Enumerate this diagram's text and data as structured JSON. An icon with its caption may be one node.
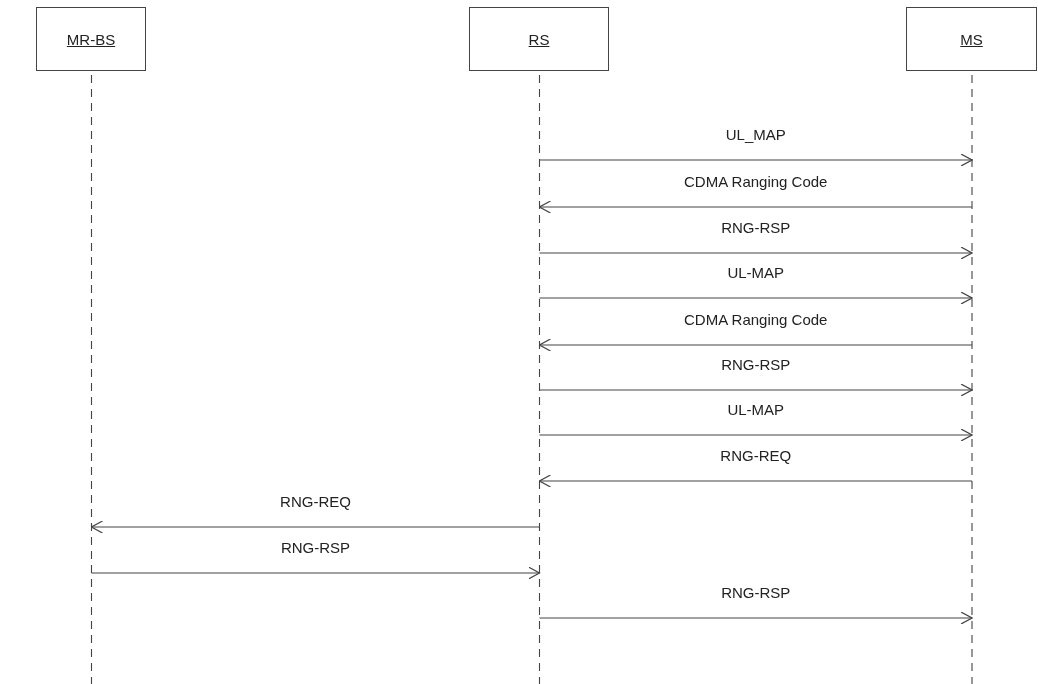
{
  "diagram": {
    "nodes": [
      {
        "text": [
          "MR-BS"
        ]
      },
      {
        "text": [
          "RS"
        ]
      },
      {
        "text": [
          "MS"
        ]
      }
    ],
    "edges": [
      {
        "from": 1,
        "to": 2,
        "arrow": "to",
        "label": "UL_MAP"
      },
      {
        "from": 2,
        "to": 1,
        "arrow": "to",
        "label": "CDMA Ranging Code"
      },
      {
        "from": 1,
        "to": 2,
        "arrow": "to",
        "label": "RNG-RSP"
      },
      {
        "from": 1,
        "to": 2,
        "arrow": "to",
        "label": "UL-MAP"
      },
      {
        "from": 2,
        "to": 1,
        "arrow": "to",
        "label": "CDMA Ranging Code"
      },
      {
        "from": 1,
        "to": 2,
        "arrow": "to",
        "label": "RNG-RSP"
      },
      {
        "from": 1,
        "to": 2,
        "arrow": "to",
        "label": "UL-MAP"
      },
      {
        "from": 2,
        "to": 1,
        "arrow": "to",
        "label": "RNG-REQ"
      },
      {
        "from": 1,
        "to": 0,
        "arrow": "to",
        "label": "RNG-REQ"
      },
      {
        "from": 0,
        "to": 1,
        "arrow": "to",
        "label": "RNG-RSP"
      },
      {
        "from": 1,
        "to": 2,
        "arrow": "to",
        "label": "RNG-RSP"
      }
    ]
  }
}
